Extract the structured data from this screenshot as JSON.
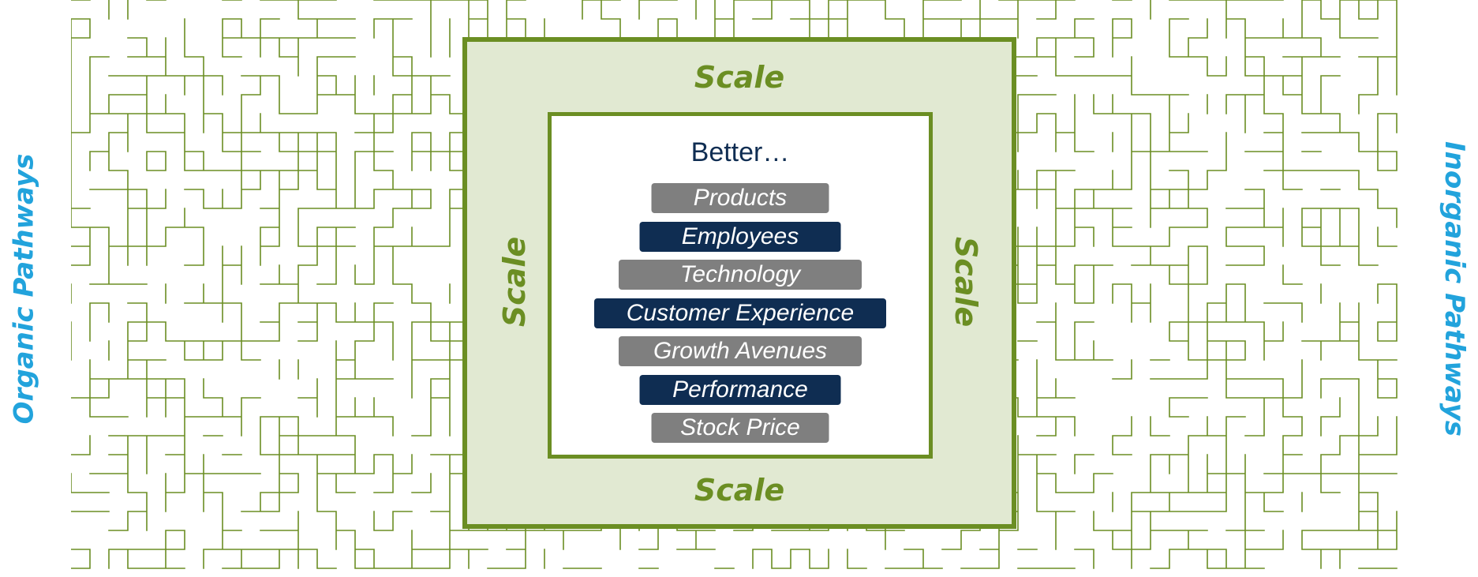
{
  "labels": {
    "left": "Organic Pathways",
    "right": "Inorganic Pathways",
    "scale_top": "Scale",
    "scale_bottom": "Scale",
    "scale_left": "Scale",
    "scale_right": "Scale",
    "better": "Better…"
  },
  "items": [
    {
      "label": "Products",
      "tone": "gray"
    },
    {
      "label": "Employees",
      "tone": "navy"
    },
    {
      "label": "Technology",
      "tone": "gray"
    },
    {
      "label": "Customer Experience",
      "tone": "navy"
    },
    {
      "label": "Growth Avenues",
      "tone": "gray"
    },
    {
      "label": "Performance",
      "tone": "navy"
    },
    {
      "label": "Stock Price",
      "tone": "gray"
    }
  ],
  "colors": {
    "maze": "#6b8e23",
    "frame": "#6b8e23",
    "frame_fill": "#e1e9d2",
    "pathway_text": "#22a3dc",
    "better_text": "#0f2d52",
    "gray_pill": "#7f7f7f",
    "navy_pill": "#0f2d52"
  }
}
